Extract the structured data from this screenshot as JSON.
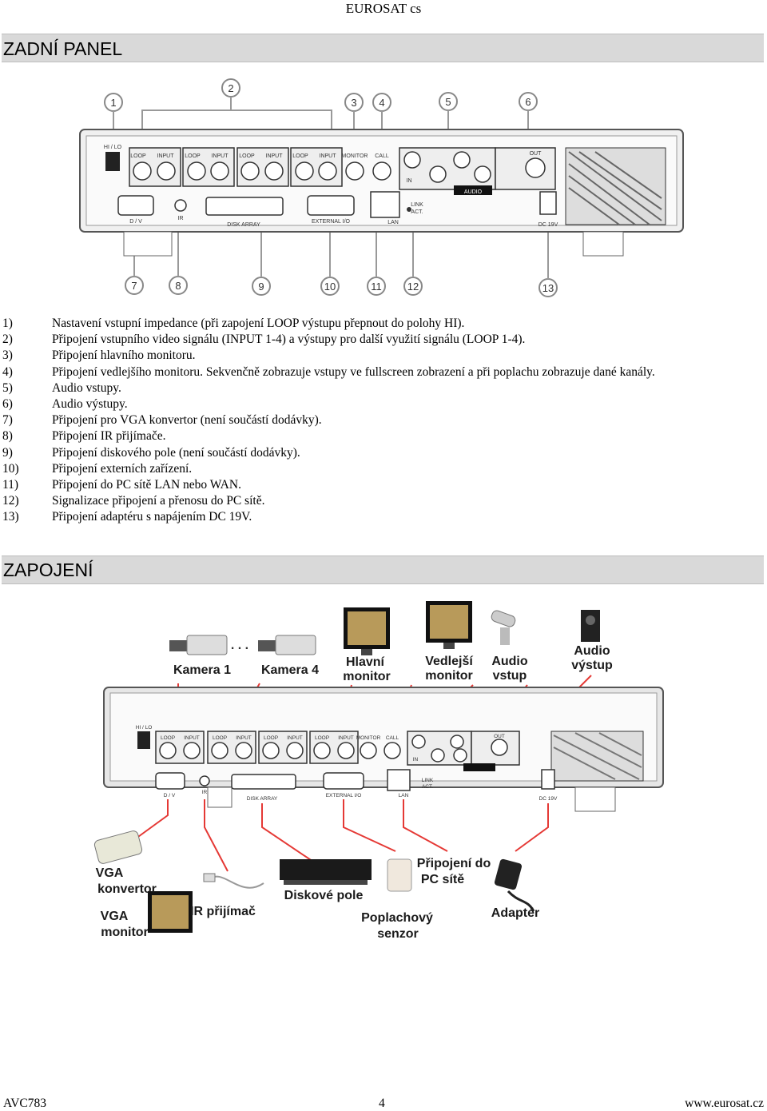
{
  "header": {
    "title": "EUROSAT cs"
  },
  "section1": {
    "title": "ZADNÍ PANEL"
  },
  "rear_panel": {
    "callouts": [
      "1",
      "2",
      "3",
      "4",
      "5",
      "6",
      "7",
      "8",
      "9",
      "10",
      "11",
      "12",
      "13"
    ],
    "labels": {
      "loop": "LOOP",
      "input": "INPUT",
      "monitor": "MONITOR",
      "call": "CALL",
      "in": "IN",
      "out": "OUT",
      "dv": "D / V",
      "ir": "IR",
      "disk_array": "DISK ARRAY",
      "external_io": "EXTERNAL I/O",
      "lan": "LAN",
      "link": "LINK",
      "act": "ACT.",
      "dc": "DC 19V",
      "audio": "AUDIO",
      "hi_lo": "HI / LO"
    }
  },
  "items": [
    {
      "num": "1)",
      "text": "Nastavení vstupní impedance (při zapojení LOOP výstupu přepnout do polohy HI)."
    },
    {
      "num": "2)",
      "text": "Připojení vstupního video signálu (INPUT 1-4) a výstupy pro další využití signálu (LOOP 1-4)."
    },
    {
      "num": "3)",
      "text": "Připojení hlavního monitoru."
    },
    {
      "num": "4)",
      "text": "Připojení vedlejšího monitoru. Sekvenčně zobrazuje vstupy ve fullscreen zobrazení a při poplachu zobrazuje dané kanály."
    },
    {
      "num": "5)",
      "text": "Audio vstupy."
    },
    {
      "num": "6)",
      "text": "Audio výstupy."
    },
    {
      "num": "7)",
      "text": "Připojení pro VGA konvertor (není součástí dodávky)."
    },
    {
      "num": "8)",
      "text": "Připojení IR přijímače."
    },
    {
      "num": "9)",
      "text": "Připojení diskového pole (není součástí dodávky)."
    },
    {
      "num": "10)",
      "text": "Připojení externích zařízení."
    },
    {
      "num": "11)",
      "text": "Připojení do PC sítě LAN nebo WAN."
    },
    {
      "num": "12)",
      "text": "Signalizace připojení a přenosu do PC sítě."
    },
    {
      "num": "13)",
      "text": "Připojení adaptéru s napájením DC 19V."
    }
  ],
  "section2": {
    "title": "ZAPOJENÍ"
  },
  "wiring": {
    "top_labels": {
      "camera1": "Kamera 1",
      "camera4": "Kamera 4",
      "main_monitor_1": "Hlavní",
      "main_monitor_2": "monitor",
      "sub_monitor_1": "Vedlejší",
      "sub_monitor_2": "monitor",
      "audio_in_1": "Audio",
      "audio_in_2": "vstup",
      "audio_out_1": "Audio",
      "audio_out_2": "výstup"
    },
    "bottom_labels": {
      "vga_conv_1": "VGA",
      "vga_conv_2": "konvertor",
      "vga_mon_1": "VGA",
      "vga_mon_2": "monitor",
      "ir": "IR přijímač",
      "disk": "Diskové pole",
      "alarm_1": "Poplachový",
      "alarm_2": "senzor",
      "pc_1": "Připojení do",
      "pc_2": "PC sítě",
      "adapter": "Adaptér"
    },
    "colors": {
      "wire": "#e53935",
      "label": "#1a1a1a",
      "panel": "#e6e6e6"
    }
  },
  "footer": {
    "left": "AVC783",
    "page": "4",
    "right": "www.eurosat.cz"
  }
}
